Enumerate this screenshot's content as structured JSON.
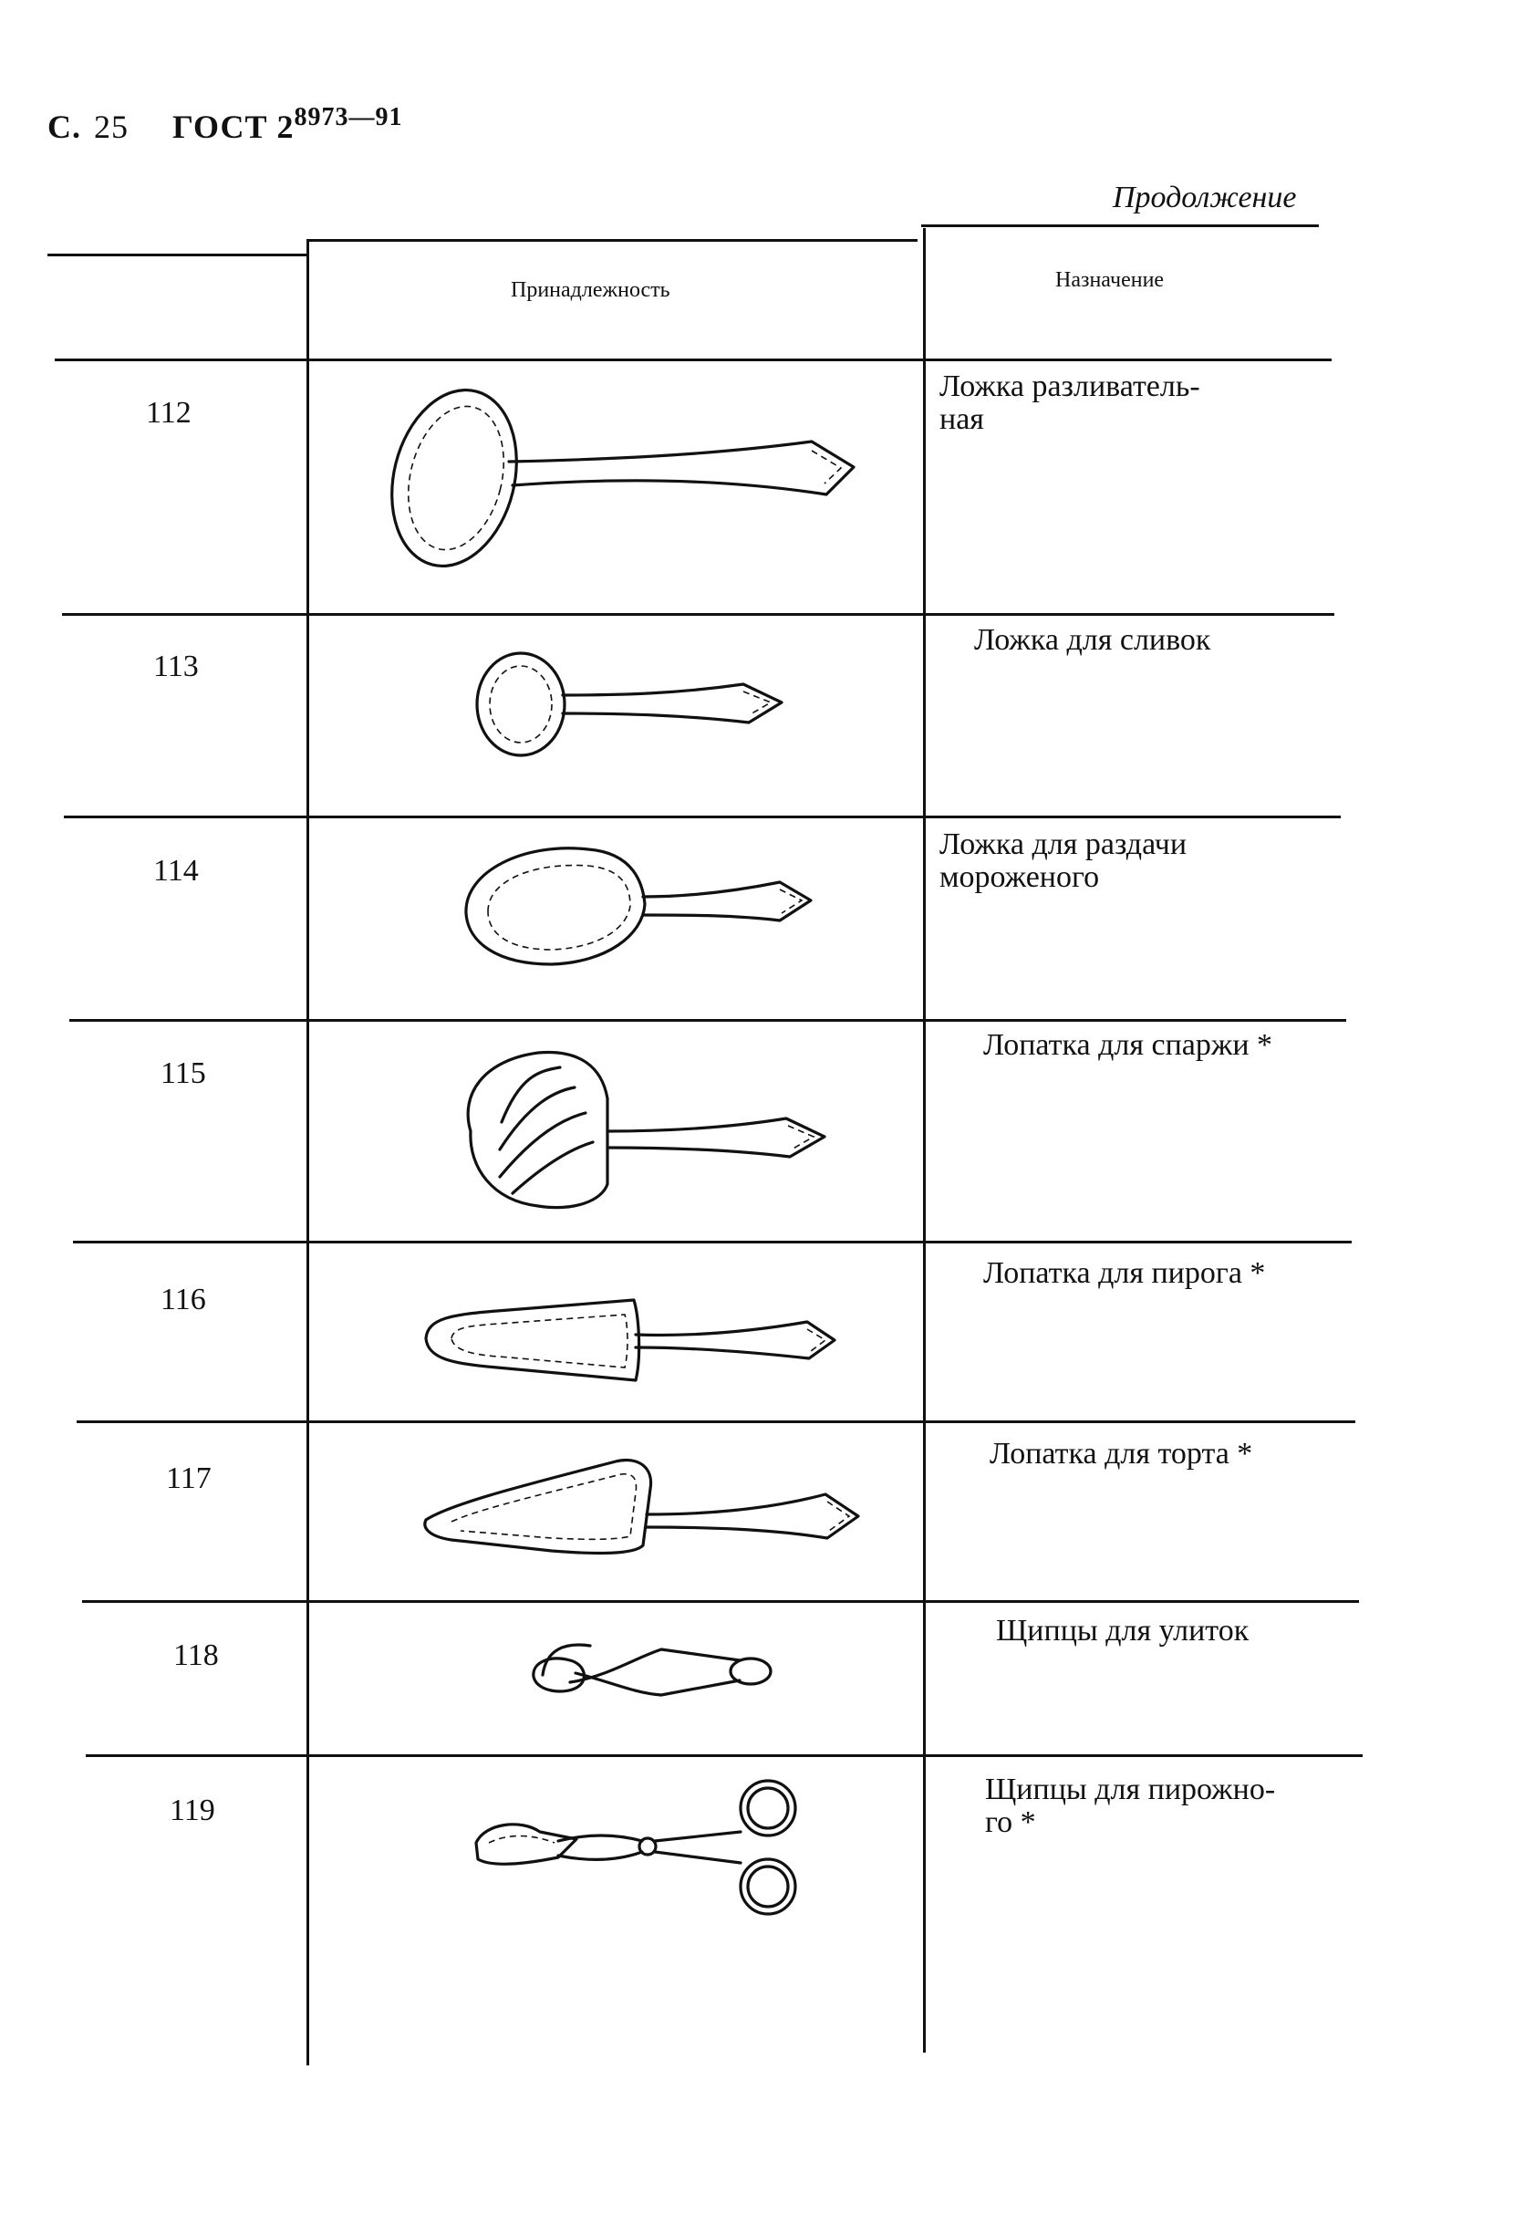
{
  "header": {
    "page_prefix": "С.",
    "page_number": "25",
    "standard_prefix": "ГОСТ",
    "standard_first_digit": "2",
    "standard_rest": "8973—91",
    "continuation": "Продолжение"
  },
  "table": {
    "columns": [
      "Принадлежность",
      "Назначение"
    ],
    "rows": [
      {
        "number": "112",
        "purpose_line1": "Ложка разливатель-",
        "purpose_line2": "ная"
      },
      {
        "number": "113",
        "purpose": "Ложка для сливок"
      },
      {
        "number": "114",
        "purpose_line1": "Ложка для раздачи",
        "purpose_line2": "мороженого"
      },
      {
        "number": "115",
        "purpose": "Лопатка для спаржи *"
      },
      {
        "number": "116",
        "purpose": "Лопатка для пирога *"
      },
      {
        "number": "117",
        "purpose": "Лопатка для торта *"
      },
      {
        "number": "118",
        "purpose": "Щипцы для улиток"
      },
      {
        "number": "119",
        "purpose_line1": "Щипцы для пирожно-",
        "purpose_line2": "го *"
      }
    ],
    "item_icons": [
      "ladle-icon",
      "cream-spoon-icon",
      "ice-cream-spoon-icon",
      "asparagus-server-icon",
      "pie-server-icon",
      "cake-server-icon",
      "snail-tongs-icon",
      "pastry-tongs-icon"
    ]
  }
}
